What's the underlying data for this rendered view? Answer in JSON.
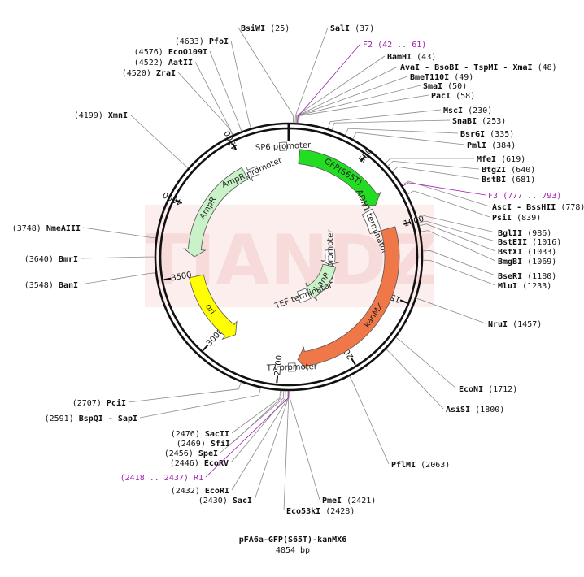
{
  "plasmid": {
    "name": "pFA6a-GFP(S65T)-kanMX6",
    "size_label": "4854 bp",
    "length": 4854
  },
  "watermark": {
    "text": "TIANDZ",
    "color": "#fbe3e3"
  },
  "colors": {
    "backbone": "#111111",
    "site_line": "#8a8a8a",
    "primer": "#a020b0",
    "gfp": "#22dd22",
    "kanmx": "#f07848",
    "ampr": "#c9f2c9",
    "ori": "#ffff00",
    "kanr": "#c9f2c9",
    "outline": "#555555"
  },
  "ticks": [
    "500",
    "1000",
    "1500",
    "2000",
    "2500",
    "3000",
    "3500",
    "4000",
    "4500"
  ],
  "features": [
    {
      "label": "GFP(S65T)",
      "start": 80,
      "end": 800,
      "fill": "#22dd22",
      "kind": "arrow",
      "dir": 1
    },
    {
      "label": "ADH1 terminator",
      "start": 810,
      "end": 1000,
      "fill": "#ffffff",
      "kind": "box",
      "dir": 1
    },
    {
      "label": "kanMX",
      "start": 1000,
      "end": 2360,
      "fill": "#f07848",
      "kind": "arrow",
      "dir": 1
    },
    {
      "label": "ori",
      "start": 2890,
      "end": 3480,
      "fill": "#ffff00",
      "kind": "arrow",
      "dir": -1
    },
    {
      "label": "AmpR",
      "start": 3640,
      "end": 4480,
      "fill": "#c9f2c9",
      "kind": "arrow",
      "dir": -1
    },
    {
      "label": "AmpR promoter",
      "start": 4480,
      "end": 4590,
      "fill": "#ffffff",
      "kind": "arrow",
      "dir": -1
    },
    {
      "label": "TEF promoter",
      "start": 1080,
      "end": 1360,
      "fill": "#ffffff",
      "kind": "arrow",
      "dir": 1
    },
    {
      "label": "KanR",
      "start": 1380,
      "end": 2040,
      "fill": "#c9f2c9",
      "kind": "arrow",
      "dir": 1
    },
    {
      "label": "TEF terminator",
      "start": 2050,
      "end": 2240,
      "fill": "#ffffff",
      "kind": "box",
      "dir": 1
    },
    {
      "label": "SP6 promoter",
      "start": 4790,
      "end": 4840,
      "fill": "#ffffff",
      "kind": "arrow",
      "dir": -1
    },
    {
      "label": "T7 promoter",
      "start": 2380,
      "end": 2430,
      "fill": "#ffffff",
      "kind": "arrow",
      "dir": -1
    }
  ],
  "primers": [
    {
      "label": "F2",
      "range": "(42 .. 61)",
      "pos": 51
    },
    {
      "label": "F3",
      "range": "(777 .. 793)",
      "pos": 785
    },
    {
      "label": "R1",
      "range": "(2418 .. 2437)",
      "pos": 2427
    }
  ],
  "sites": [
    {
      "name": "BsiWI",
      "pos": "25"
    },
    {
      "name": "SalI",
      "pos": "37"
    },
    {
      "name": "BamHI",
      "pos": "43"
    },
    {
      "name": "AvaI - BsoBI - TspMI - XmaI",
      "pos": "48"
    },
    {
      "name": "BmeT110I",
      "pos": "49"
    },
    {
      "name": "SmaI",
      "pos": "50"
    },
    {
      "name": "PacI",
      "pos": "58"
    },
    {
      "name": "MscI",
      "pos": "230"
    },
    {
      "name": "SnaBI",
      "pos": "253"
    },
    {
      "name": "BsrGI",
      "pos": "335"
    },
    {
      "name": "PmlI",
      "pos": "384"
    },
    {
      "name": "MfeI",
      "pos": "619"
    },
    {
      "name": "BtgZI",
      "pos": "640"
    },
    {
      "name": "BstBI",
      "pos": "681"
    },
    {
      "name": "AscI - BssHII",
      "pos": "778"
    },
    {
      "name": "PsiI",
      "pos": "839"
    },
    {
      "name": "BglII",
      "pos": "986"
    },
    {
      "name": "BstEII",
      "pos": "1016"
    },
    {
      "name": "BstXI",
      "pos": "1033"
    },
    {
      "name": "BmgBI",
      "pos": "1069"
    },
    {
      "name": "BseRI",
      "pos": "1180"
    },
    {
      "name": "MluI",
      "pos": "1233"
    },
    {
      "name": "NruI",
      "pos": "1457"
    },
    {
      "name": "EcoNI",
      "pos": "1712"
    },
    {
      "name": "AsiSI",
      "pos": "1800"
    },
    {
      "name": "PflMI",
      "pos": "2063"
    },
    {
      "name": "PmeI",
      "pos": "2421"
    },
    {
      "name": "Eco53kI",
      "pos": "2428"
    },
    {
      "name": "SacI",
      "pos": "2430"
    },
    {
      "name": "EcoRI",
      "pos": "2432"
    },
    {
      "name": "EcoRV",
      "pos": "2446"
    },
    {
      "name": "SpeI",
      "pos": "2456"
    },
    {
      "name": "SfiI",
      "pos": "2469"
    },
    {
      "name": "SacII",
      "pos": "2476"
    },
    {
      "name": "BspQI - SapI",
      "pos": "2591"
    },
    {
      "name": "PciI",
      "pos": "2707"
    },
    {
      "name": "BanI",
      "pos": "3548"
    },
    {
      "name": "BmrI",
      "pos": "3640"
    },
    {
      "name": "NmeAIII",
      "pos": "3748"
    },
    {
      "name": "XmnI",
      "pos": "4199"
    },
    {
      "name": "ZraI",
      "pos": "4520"
    },
    {
      "name": "AatII",
      "pos": "4522"
    },
    {
      "name": "EcoO109I",
      "pos": "4576"
    },
    {
      "name": "PfoI",
      "pos": "4633"
    }
  ]
}
